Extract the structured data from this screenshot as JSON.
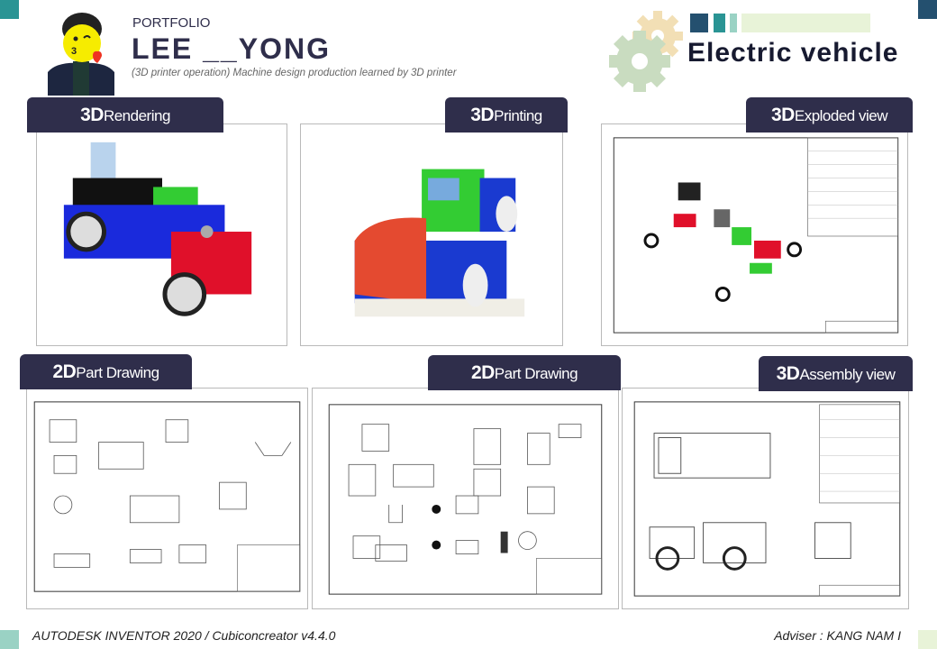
{
  "header": {
    "label": "PORTFOLIO",
    "name": "LEE __YONG",
    "subtitle": "(3D printer operation) Machine design production  learned by 3D printer",
    "project_title": "Electric vehicle"
  },
  "sections": [
    {
      "prefix": "3D",
      "label": "Rendering"
    },
    {
      "prefix": "3D",
      "label": "Printing"
    },
    {
      "prefix": "3D",
      "label": "Exploded view"
    },
    {
      "prefix": "2D",
      "label": "Part Drawing"
    },
    {
      "prefix": "2D",
      "label": "Part Drawing"
    },
    {
      "prefix": "3D",
      "label": "Assembly view"
    }
  ],
  "footer": {
    "software": "AUTODESK INVENTOR 2020 / Cubiconcreator  v4.4.0",
    "adviser": "Adviser : KANG NAM I"
  },
  "colors": {
    "navy": "#2f2e4b",
    "teal": "#2a9494",
    "dark_blue": "#24506f",
    "mint": "#9ad2c4",
    "pale_green": "#e8f3d8"
  }
}
